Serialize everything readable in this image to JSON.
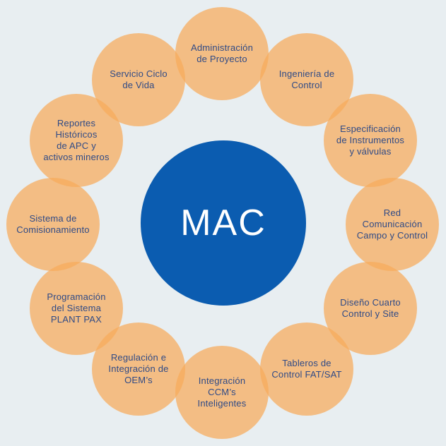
{
  "center": {
    "label": "MAC",
    "color": "#0b5cb0"
  },
  "node_color": "#f6aa5a",
  "nodes": [
    {
      "id": "administracion-proyecto",
      "label": "Administración\nde Proyecto"
    },
    {
      "id": "ingenieria-control",
      "label": "Ingeniería de\nControl"
    },
    {
      "id": "especificacion-instrumentos",
      "label": "Especificación\nde Instrumentos\ny válvulas"
    },
    {
      "id": "red-comunicacion",
      "label": "Red Comunicación\nCampo y Control"
    },
    {
      "id": "diseno-cuarto-control",
      "label": "Diseño Cuarto\nControl y Site"
    },
    {
      "id": "tableros-control",
      "label": "Tableros de\nControl FAT/SAT"
    },
    {
      "id": "integracion-ccm",
      "label": "Integración CCM’s\nInteligentes"
    },
    {
      "id": "regulacion-integracion-oem",
      "label": "Regulación e\nIntegración de\nOEM’s"
    },
    {
      "id": "programacion-sistema",
      "label": "Programación\ndel Sistema\nPLANT PAX"
    },
    {
      "id": "sistema-comisionamiento",
      "label": "Sistema de\nComisionamiento"
    },
    {
      "id": "reportes-historicos",
      "label": "Reportes\nHistóricos\nde APC y\nactivos mineros"
    },
    {
      "id": "servicio-ciclo-vida",
      "label": "Servicio Ciclo\nde Vida"
    }
  ]
}
